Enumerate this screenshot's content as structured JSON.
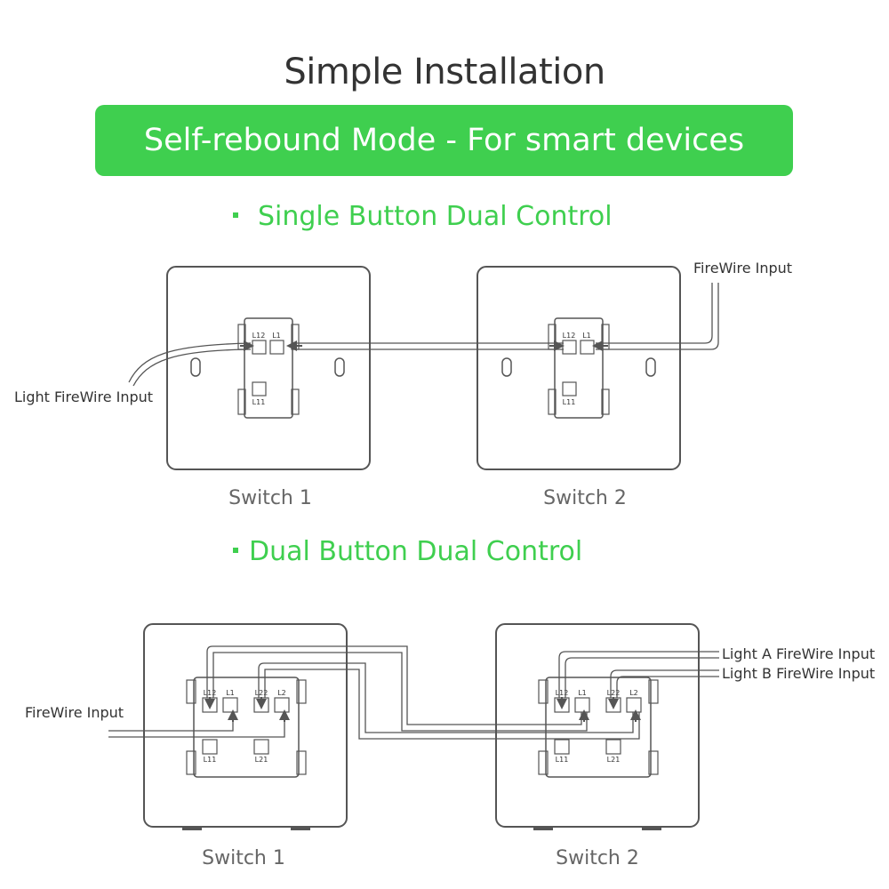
{
  "header": {
    "title": "Simple Installation"
  },
  "banner": {
    "text": "Self-rebound Mode - For smart devices"
  },
  "sections": [
    {
      "title": "Single Button Dual Control",
      "labels": {
        "left_input": "Light FireWire Input",
        "right_input": "FireWire Input",
        "switch1": "Switch 1",
        "switch2": "Switch 2"
      },
      "terminals": {
        "t1": "L12",
        "t2": "L1",
        "t3": "L11"
      }
    },
    {
      "title": "Dual Button Dual Control",
      "labels": {
        "left_input": "FireWire Input",
        "right_input_a": "Light A FireWire Input",
        "right_input_b": "Light B FireWire Input",
        "switch1": "Switch 1",
        "switch2": "Switch 2"
      },
      "terminals": {
        "t1": "L12",
        "t2": "L1",
        "t3": "L22",
        "t4": "L2",
        "t5": "L11",
        "t6": "L21"
      }
    }
  ],
  "colors": {
    "accent": "#3fcf4f",
    "text": "#333333",
    "line": "#555555",
    "label": "#666666"
  }
}
